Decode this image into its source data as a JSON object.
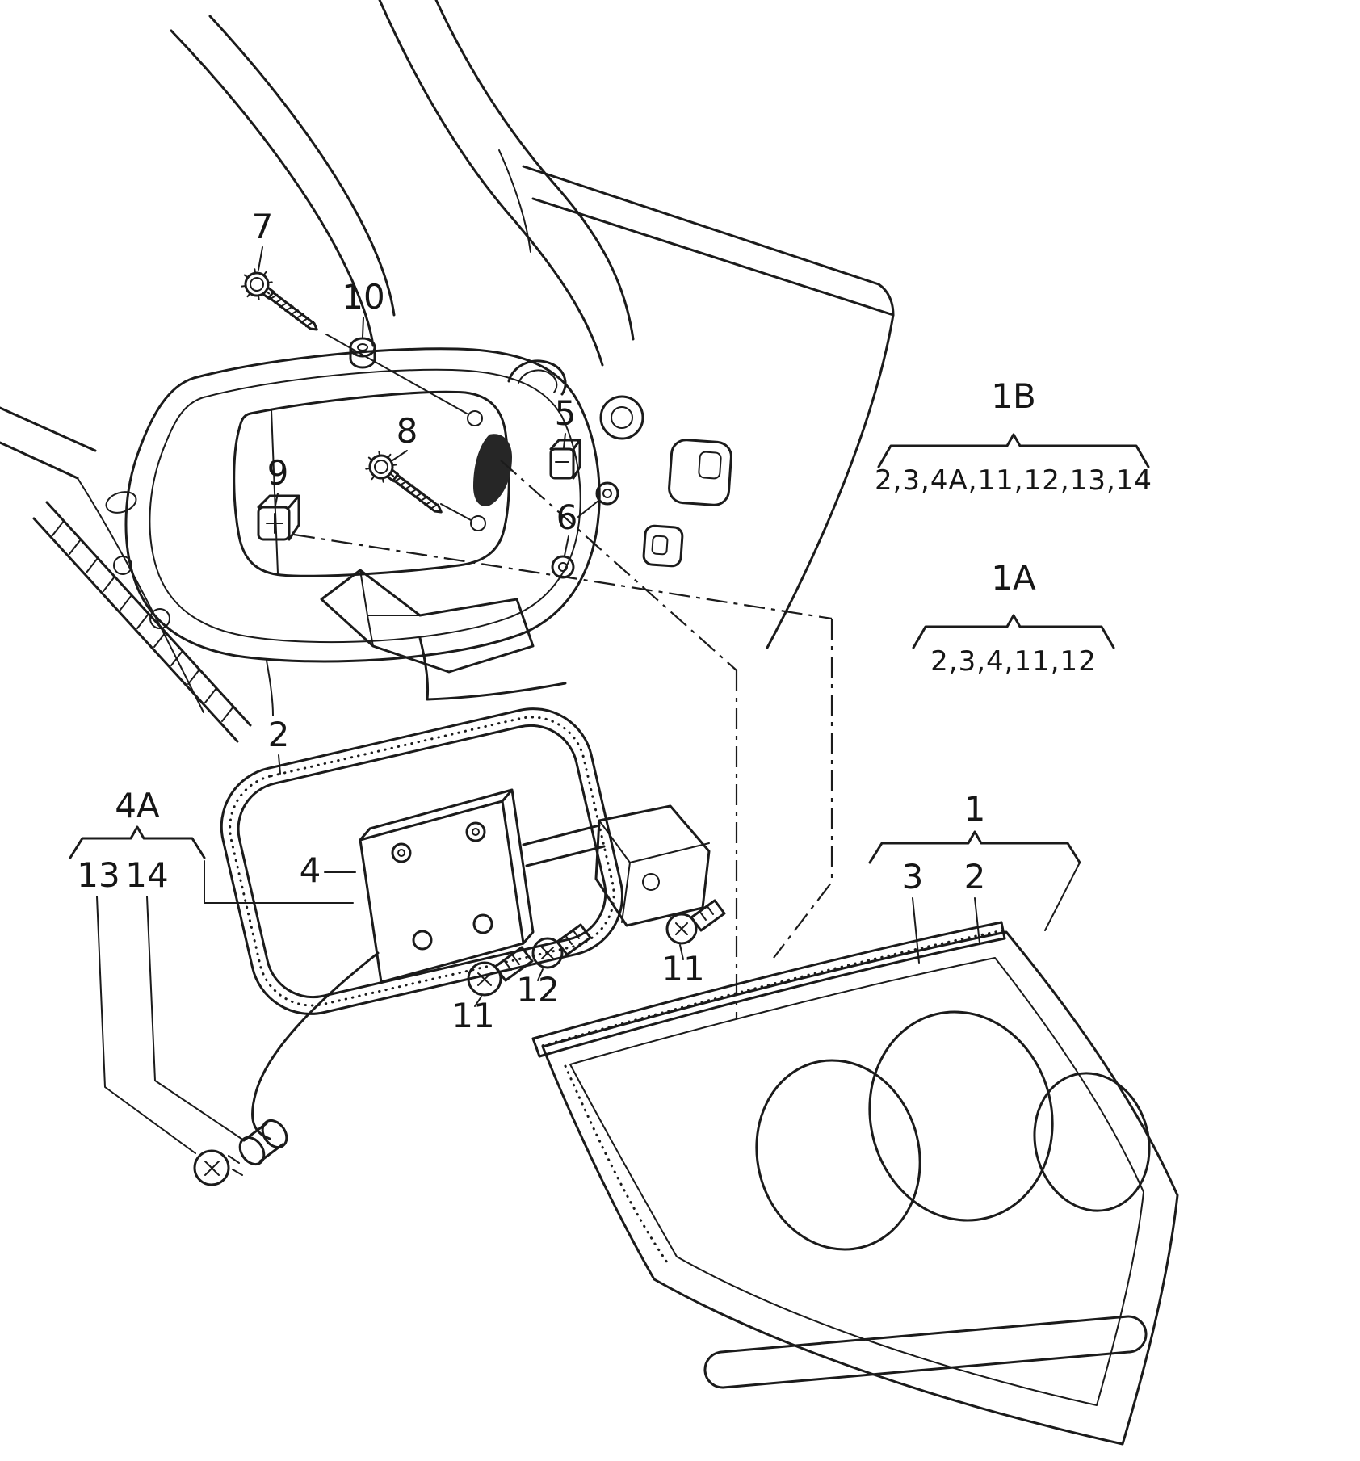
{
  "canvas": {
    "background": "#ffffff",
    "line_color": "#1b1b1b"
  },
  "diagram": {
    "kind": "exploded parts diagram",
    "subject": "rear tail light assembly and body rear panel"
  },
  "labels": {
    "n7": "7",
    "n10": "10",
    "n8": "8",
    "n9": "9",
    "n5": "5",
    "n6": "6",
    "n2_seal": "2",
    "n4": "4",
    "n4a": "4A",
    "n13": "13",
    "n14": "14",
    "n11_left": "11",
    "n12": "12",
    "n11_right": "11",
    "n1b": "1B",
    "n1b_includes": "2,3,4A,11,12,13,14",
    "n1a": "1A",
    "n1a_includes": "2,3,4,11,12",
    "n1": "1",
    "n3": "3",
    "n2_lens": "2"
  }
}
